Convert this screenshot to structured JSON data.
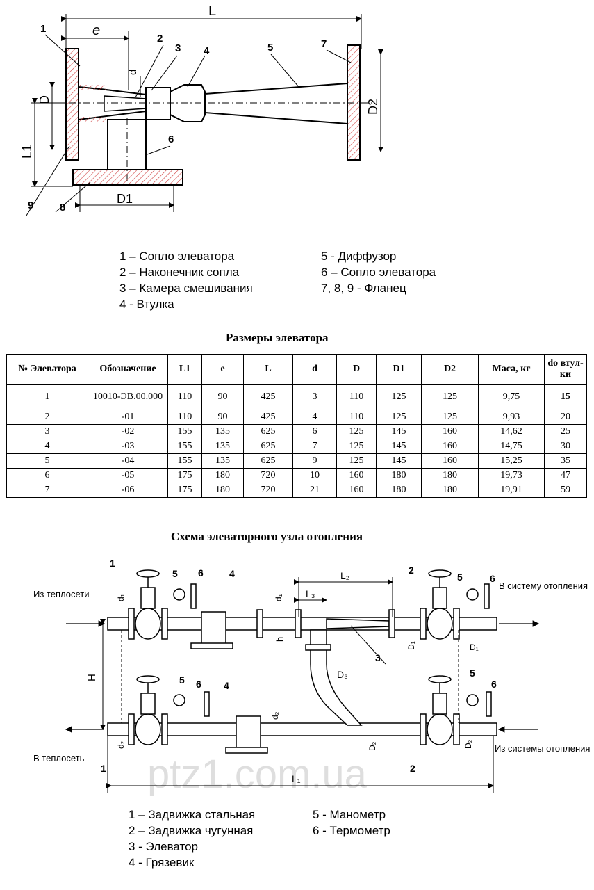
{
  "elevator_drawing": {
    "labels": {
      "L": "L",
      "e": "e",
      "d": "d",
      "D": "D",
      "D1": "D1",
      "D2": "D2",
      "L1": "L1",
      "n1": "1",
      "n2": "2",
      "n3": "3",
      "n4": "4",
      "n5": "5",
      "n6": "6",
      "n7": "7",
      "n8": "8",
      "n9": "9"
    }
  },
  "legend_top": {
    "left": [
      "1 – Сопло элеватора",
      "2 – Наконечник сопла",
      "3 – Камера смешивания",
      "4 - Втулка"
    ],
    "right": [
      "5 - Диффузор",
      "6 – Сопло элеватора",
      "7, 8, 9 - Фланец"
    ]
  },
  "table": {
    "title": "Размеры элеватора",
    "headers": [
      "№ Элеватора",
      "Обозначение",
      "L1",
      "e",
      "L",
      "d",
      "D",
      "D1",
      "D2",
      "Маса, кг",
      "do втул-ки"
    ],
    "rows": [
      [
        "1",
        "10010-ЭВ.00.000",
        "110",
        "90",
        "425",
        "3",
        "110",
        "125",
        "125",
        "9,75",
        "15"
      ],
      [
        "2",
        "-01",
        "110",
        "90",
        "425",
        "4",
        "110",
        "125",
        "125",
        "9,93",
        "20"
      ],
      [
        "3",
        "-02",
        "155",
        "135",
        "625",
        "6",
        "125",
        "145",
        "160",
        "14,62",
        "25"
      ],
      [
        "4",
        "-03",
        "155",
        "135",
        "625",
        "7",
        "125",
        "145",
        "160",
        "14,75",
        "30"
      ],
      [
        "5",
        "-04",
        "155",
        "135",
        "625",
        "9",
        "125",
        "145",
        "160",
        "15,25",
        "35"
      ],
      [
        "6",
        "-05",
        "175",
        "180",
        "720",
        "10",
        "160",
        "180",
        "180",
        "19,73",
        "47"
      ],
      [
        "7",
        "-06",
        "175",
        "180",
        "720",
        "21",
        "160",
        "180",
        "180",
        "19,91",
        "59"
      ]
    ]
  },
  "scheme": {
    "title": "Схема элеваторного узла отопления",
    "labels": {
      "from_network": "Из теплосети",
      "to_network": "В теплосеть",
      "to_system": "В систему отопления",
      "from_system": "Из системы отопления",
      "H": "H",
      "h": "h",
      "L1": "L₁",
      "L2": "L₂",
      "L3": "L₃",
      "d1": "d₁",
      "d2": "d₂",
      "D1": "D₁",
      "D2": "D₂",
      "D3": "D₃",
      "n1": "1",
      "n2": "2",
      "n3": "3",
      "n4": "4",
      "n5": "5",
      "n6": "6"
    },
    "watermark": "ptz1.com.ua"
  },
  "legend_bottom": {
    "left": [
      "1 – Задвижка стальная",
      "2 – Задвижка чугунная",
      "3 - Элеватор",
      "4 - Грязевик"
    ],
    "right": [
      "5 - Манометр",
      "6 - Термометр"
    ]
  }
}
